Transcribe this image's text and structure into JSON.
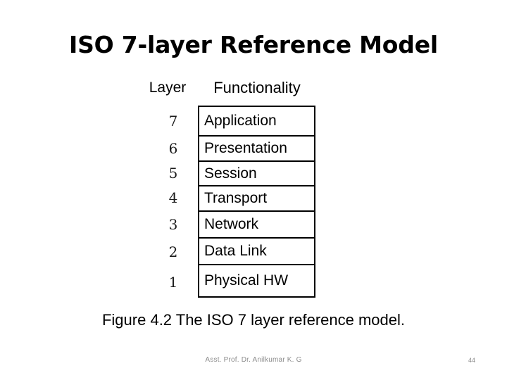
{
  "slide": {
    "title": "ISO 7-layer Reference Model",
    "background_color": "#ffffff",
    "text_color": "#000000"
  },
  "figure": {
    "headers": {
      "layer": "Layer",
      "functionality": "Functionality"
    },
    "caption": "Figure 4.2 The ISO 7 layer reference model.",
    "border_color": "#000000",
    "rows": [
      {
        "number": "7",
        "name": "Application"
      },
      {
        "number": "6",
        "name": "Presentation"
      },
      {
        "number": "5",
        "name": "Session"
      },
      {
        "number": "4",
        "name": "Transport"
      },
      {
        "number": "3",
        "name": "Network"
      },
      {
        "number": "2",
        "name": "Data Link"
      },
      {
        "number": "1",
        "name": "Physical HW"
      }
    ]
  },
  "footer": {
    "author": "Asst. Prof. Dr. Anilkumar K. G",
    "slide_number": "44",
    "text_color": "#8c8c8c"
  }
}
